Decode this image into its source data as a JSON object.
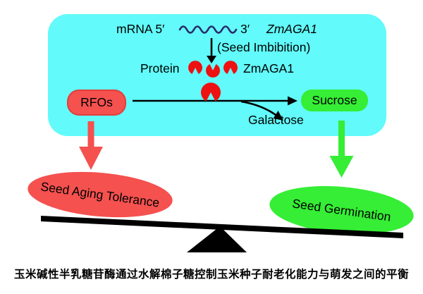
{
  "figure": {
    "pathway_box": {
      "mrna_line": {
        "prefix": "mRNA 5′",
        "suffix": "3′",
        "gene": "ZmAGA1"
      },
      "imbibition_label": "(Seed Imbibition)",
      "protein_line": {
        "label": "Protein",
        "protein": "ZmAGA1"
      },
      "substrate": "RFOs",
      "product": "Sucrose",
      "byproduct": "Galactose"
    },
    "balance": {
      "left_outcome": "Seed Aging Tolerance",
      "right_outcome": "Seed Germination"
    },
    "caption": "玉米碱性半乳糖苷酶通过水解棉子糖控制玉米种子耐老化能力与萌发之间的平衡"
  },
  "colors": {
    "panel_cyan": "#62FAFA",
    "tolerance_red": "#F4514F",
    "germination_green": "#35EE35",
    "mrna_navy": "#2B2B6B",
    "ink_black": "#000000"
  }
}
